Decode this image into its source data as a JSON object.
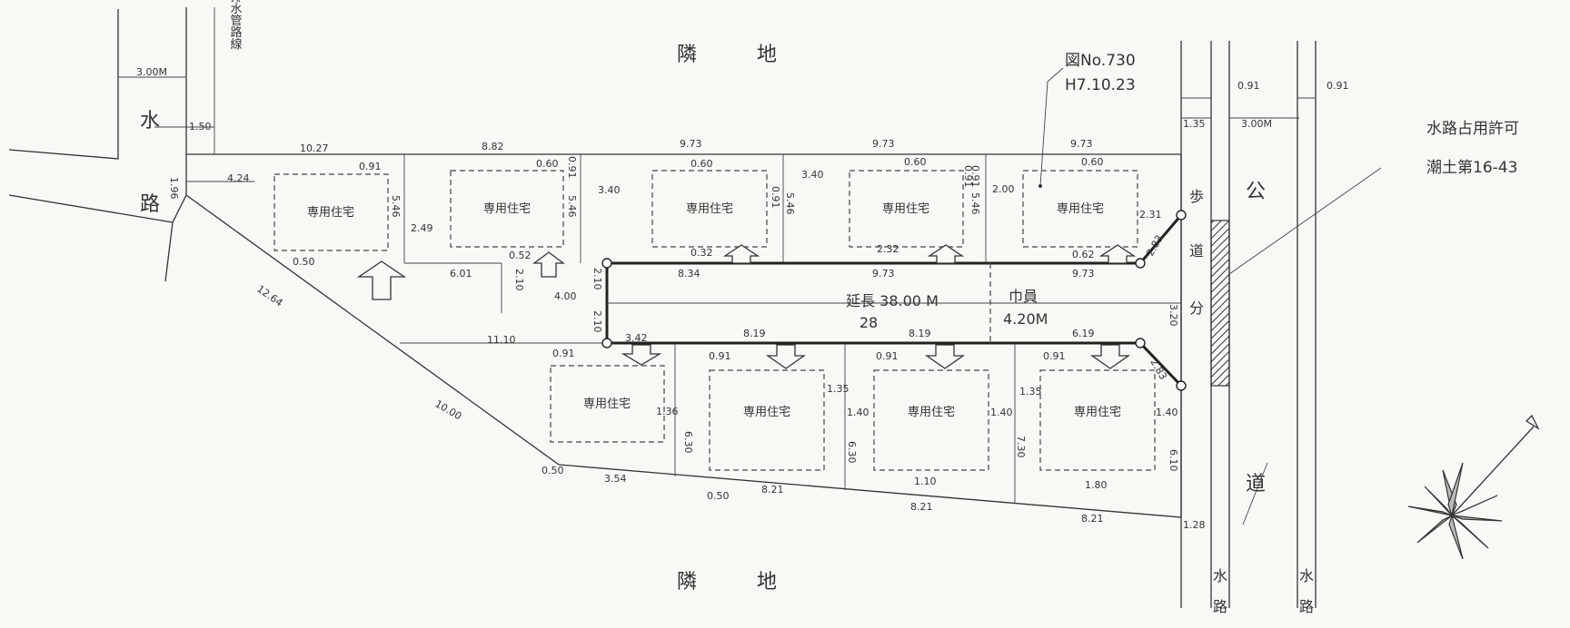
{
  "labels": {
    "rinchi_top": "隣　　　地",
    "rinchi_bottom": "隣　　　地",
    "suiro_left_1": "水",
    "suiro_left_2": "路",
    "haisui": "排水管路線",
    "kodo_1": "公",
    "kodo_2": "道",
    "seitai_1": "歩",
    "seitai_2": "道",
    "seitai_3": "分",
    "suiro_r1_1": "水",
    "suiro_r1_2": "路",
    "suiro_r2_1": "水",
    "suiro_r2_2": "路",
    "stamp_1": "図No.730",
    "stamp_2": "H7.10.23",
    "permit_1": "水路占用許可",
    "permit_2": "潮土第16-43",
    "road_length": "延長 38.00 M",
    "road_length_sub": "28",
    "road_width_1": "巾員",
    "road_width_2": "4.20M"
  },
  "house_label": "専用住宅",
  "dims": {
    "d_300m": "3.00M",
    "d_150": "1.50",
    "d_196": "1.96",
    "d_1027": "10.27",
    "d_424": "4.24",
    "d_091a": "0.91",
    "d_546a": "5.46",
    "d_050a": "0.50",
    "d_1264": "12.64",
    "d_882": "8.82",
    "d_060a": "0.60",
    "d_091b": "0.91",
    "d_546b": "5.46",
    "d_249": "2.49",
    "d_601": "6.01",
    "d_052": "0.52",
    "d_210a": "2.10",
    "d_400": "4.00",
    "d_973a": "9.73",
    "d_060b": "0.60",
    "d_340a": "3.40",
    "d_091c": "0.91",
    "d_834": "8.34",
    "d_032": "0.32",
    "d_210b": "2.10",
    "d_210c": "2.10",
    "d_973b": "9.73",
    "d_340b": "3.40",
    "d_546c": "5.46",
    "d_060c": "0.60",
    "d_091d": "0.91",
    "d_232": "2.32",
    "d_973c": "9.73",
    "d_973d": "9.73",
    "d_060d": "0.60",
    "d_200": "2.00",
    "d_091e": "0.91",
    "d_546e": "5.46",
    "d_231": "2.31",
    "d_062": "0.62",
    "d_973e": "9.73",
    "d_283a": "2.83",
    "d_135": "1.35",
    "d_091f": "0.91",
    "d_300m2": "3.00M",
    "d_091g": "0.91",
    "d_320": "3.20",
    "d_1110": "11.10",
    "d_342": "3.42",
    "d_091h": "0.91",
    "d_136": "1.36",
    "d_630": "6.30",
    "d_819a": "8.19",
    "d_091i": "0.91",
    "d_135b": "1.35",
    "d_819b": "8.19",
    "d_091j": "0.91",
    "d_140a": "1.40",
    "d_630b": "6.30",
    "d_619": "6.19",
    "d_091k": "0.91",
    "d_140b": "1.40",
    "d_630c": "7.30",
    "d_135c": "1.35",
    "d_283b": "2.83",
    "d_140c": "1.40",
    "d_610": "6.10",
    "d_1000": "10.00",
    "d_050b": "0.50",
    "d_354": "3.54",
    "d_050c": "0.50",
    "d_821a": "8.21",
    "d_110": "1.10",
    "d_821b": "8.21",
    "d_180": "1.80",
    "d_821c": "8.21",
    "d_128": "1.28"
  }
}
